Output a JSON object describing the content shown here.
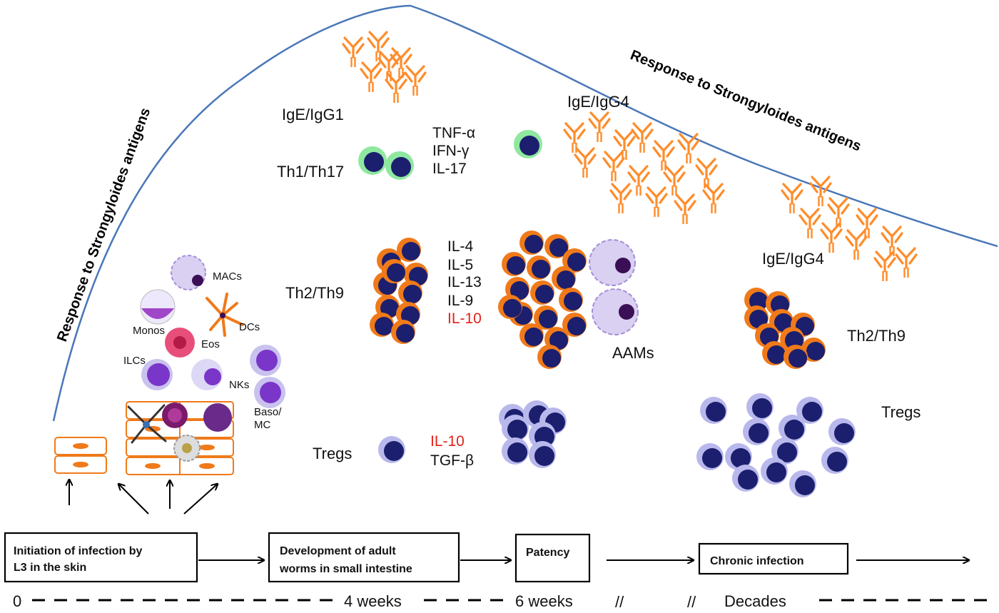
{
  "curve_labels": {
    "left": "Response to Strongyloides antigens",
    "right": "Response to Strongyloides antigens"
  },
  "antibodies": {
    "early": "IgE/IgG1",
    "patency": "IgE/IgG4",
    "chronic": "IgE/IgG4"
  },
  "th1": {
    "label": "Th1/Th17",
    "cytokines": [
      "TNF-α",
      "IFN-γ",
      "IL-17"
    ]
  },
  "th2": {
    "label": "Th2/Th9",
    "cytokines": [
      "IL-4",
      "IL-5",
      "IL-13",
      "IL-9"
    ],
    "cytokine_red": "IL-10",
    "chronic_label": "Th2/Th9"
  },
  "aams": "AAMs",
  "tregs": {
    "label": "Tregs",
    "cytokine_red": "IL-10",
    "cytokine": "TGF-β",
    "chronic_label": "Tregs"
  },
  "innate_cells": {
    "macs": "MACs",
    "dcs": "DCs",
    "monos": "Monos",
    "eos": "Eos",
    "ilcs": "ILCs",
    "nk": "NKs",
    "baso_line1": "Baso/",
    "baso_line2": "MC"
  },
  "stages": [
    {
      "line1": "Initiation of infection by",
      "line2": "L3 in the skin"
    },
    {
      "line1": "Development of adult",
      "line2": "worms in small intestine"
    },
    {
      "line1": "Patency",
      "line2": ""
    },
    {
      "line1": "Chronic infection",
      "line2": ""
    }
  ],
  "timeline": {
    "t0": "0",
    "t1": "4 weeks",
    "t2": "6 weeks",
    "break1": "//",
    "break2": "//",
    "t3": "Decades"
  },
  "colors": {
    "curve": "#4a77b8",
    "antibody": "#ff8c2a",
    "th2_ring": "#f07a1a",
    "cell_nucleus": "#1b1f6e",
    "treg_halo": "#b8b8ec",
    "th1_halo": "#8fe8a0",
    "accent_red": "#e32119",
    "macrophage": "#d9d0f2"
  }
}
